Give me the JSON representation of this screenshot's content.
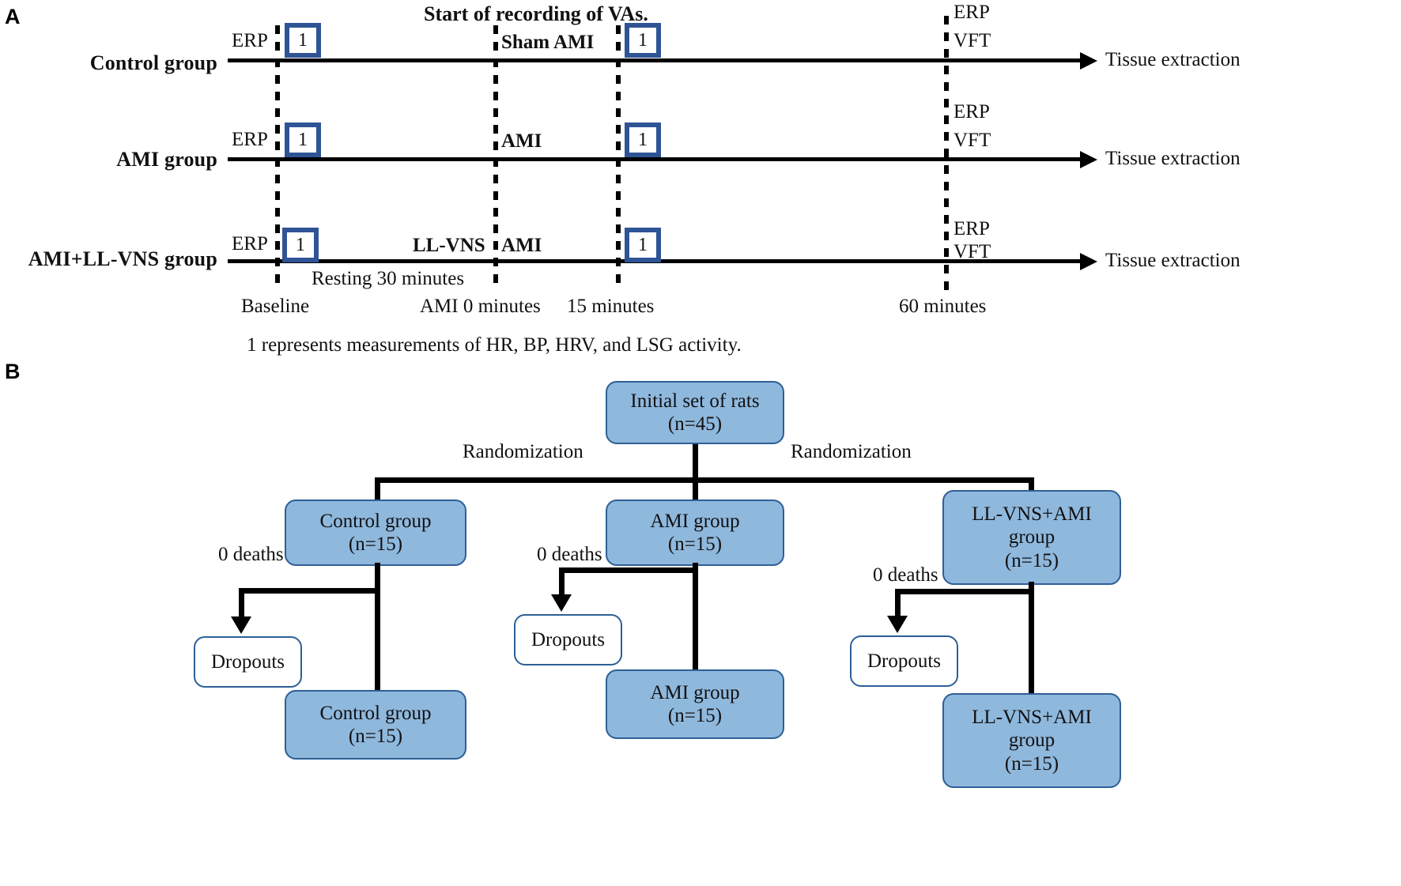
{
  "figure": {
    "panel_a_letter": "A",
    "panel_b_letter": "B"
  },
  "panel_a": {
    "title": "Start of recording of VAs.",
    "caption": "1 represents measurements of HR, BP, HRV, and LSG activity.",
    "measurement_marker": "1",
    "rows": [
      {
        "label": "Control group",
        "start_label": "ERP",
        "mid_label": "Sham AMI",
        "pre_mid_label": "",
        "end_labels": [
          "ERP",
          "VFT"
        ],
        "end_text": "Tissue extraction"
      },
      {
        "label": "AMI group",
        "start_label": "ERP",
        "mid_label": "AMI",
        "pre_mid_label": "",
        "end_labels": [
          "ERP",
          "VFT"
        ],
        "end_text": "Tissue extraction"
      },
      {
        "label": "AMI+LL-VNS group",
        "start_label": "ERP",
        "mid_label": "AMI",
        "pre_mid_label": "LL-VNS",
        "end_labels": [
          "ERP",
          "VFT"
        ],
        "end_text": "Tissue extraction"
      }
    ],
    "interval_label": "Resting 30 minutes",
    "tick_labels": [
      "Baseline",
      "AMI 0 minutes",
      "15 minutes",
      "60 minutes"
    ]
  },
  "panel_b": {
    "root": {
      "line1": "Initial set of rats",
      "line2": "(n=45)"
    },
    "randomization_labels": [
      "Randomization",
      "Randomization"
    ],
    "groups": [
      {
        "top": {
          "line1": "Control group",
          "line2": "(n=15)"
        },
        "deaths_label": "0 deaths",
        "dropouts_label": "Dropouts",
        "bottom": {
          "line1": "Control group",
          "line2": "(n=15)"
        }
      },
      {
        "top": {
          "line1": "AMI group",
          "line2": "(n=15)"
        },
        "deaths_label": "0 deaths",
        "dropouts_label": "Dropouts",
        "bottom": {
          "line1": "AMI group",
          "line2": "(n=15)"
        }
      },
      {
        "top": {
          "line1": "LL-VNS+AMI",
          "line2": "group",
          "line3": "(n=15)"
        },
        "deaths_label": "0 deaths",
        "dropouts_label": "Dropouts",
        "bottom": {
          "line1": "LL-VNS+AMI",
          "line2": "group",
          "line3": "(n=15)"
        }
      }
    ]
  },
  "colors": {
    "node_fill": "#8fb8dd",
    "node_border": "#2e5f96",
    "marker_border": "#2f5496",
    "line": "#000000",
    "background": "#ffffff"
  }
}
